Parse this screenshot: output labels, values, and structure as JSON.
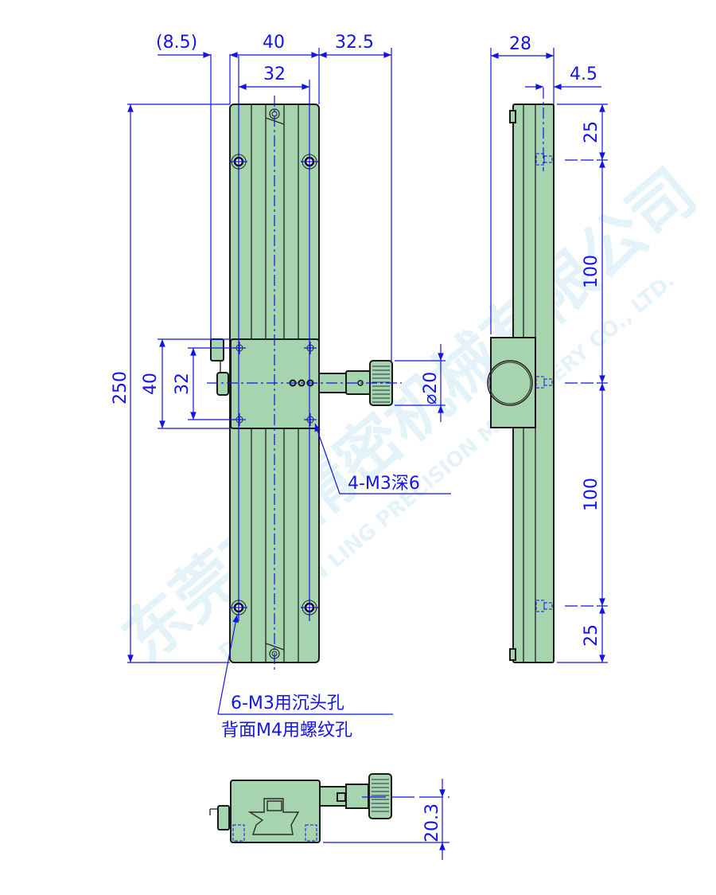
{
  "drawing": {
    "title": "Linear stage technical drawing",
    "colors": {
      "dimension": "#1414e6",
      "part_fill": "#a6d4ae",
      "outline": "#1a1a1a",
      "watermark": "#e4f3fa"
    },
    "front_view": {
      "dims": {
        "offset_left": "(8.5)",
        "body_width": "40",
        "hole_spacing": "32",
        "knob_reach": "32.5",
        "total_length": "250",
        "carriage_height": "40",
        "carriage_hole_spacing": "32",
        "knob_diameter": "⌀20"
      },
      "notes": {
        "carriage_holes": "4-M3深6",
        "mount_holes_line1": "6-M3用沉头孔",
        "mount_holes_line2": "背面M4用螺纹孔"
      }
    },
    "side_view": {
      "dims": {
        "width": "28",
        "hole_offset": "4.5",
        "top_pitch": "25",
        "mid_pitch_1": "100",
        "mid_pitch_2": "100",
        "bottom_pitch": "25"
      }
    },
    "end_view": {
      "dims": {
        "height": "20.3"
      }
    },
    "watermark": {
      "cn": "东莞市 精密机械有限公司",
      "en": "DONGGUAN LING PRECISION MACHINERY CO., LTD."
    }
  }
}
